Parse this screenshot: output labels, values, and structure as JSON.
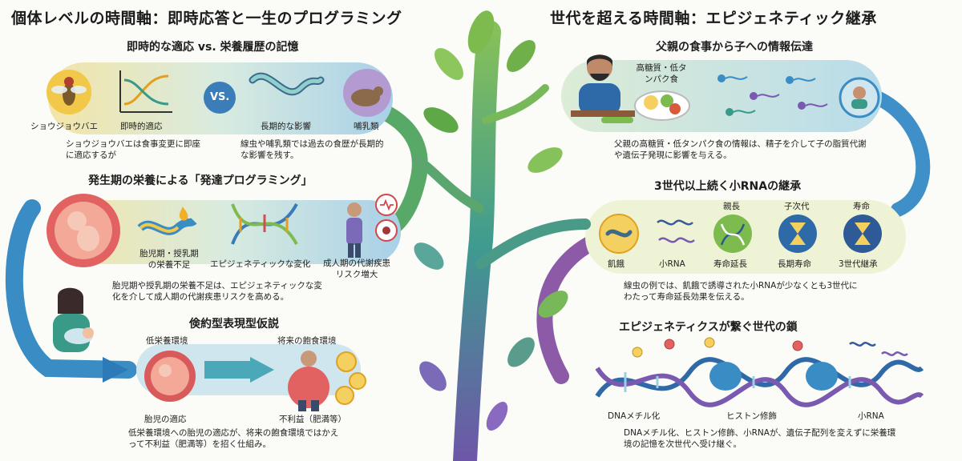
{
  "left": {
    "title": "個体レベルの時間軸：即時応答と一生のプログラミング",
    "sec1": {
      "title": "即時的な適応 vs. 栄養履歴の記憶",
      "fly": "ショウジョウバエ",
      "immediate": "即時的適応",
      "vs": "VS.",
      "longterm": "長期的な影響",
      "mammal": "哺乳類",
      "desc_left": "ショウジョウバエは食事変更に即座に適応するが",
      "desc_right": "線虫や哺乳類では過去の食歴が長期的な影響を残す。"
    },
    "sec2": {
      "title": "発生期の栄養による「発達プログラミング」",
      "undernutrition": "胎児期・授乳期の栄養不足",
      "epigenetic": "エピジェネティックな変化",
      "disease": "成人期の代謝疾患リスク増大",
      "desc": "胎児期や授乳期の栄養不足は、エピジェネティックな変化を介して成人期の代謝疾患リスクを高める。"
    },
    "sec3": {
      "title": "倹約型表現型仮説",
      "low_env": "低栄養環境",
      "future_env": "将来の飽食環境",
      "fetal_adapt": "胎児の適応",
      "disadvantage": "不利益（肥満等）",
      "desc": "低栄養環境への胎児の適応が、将来の飽食環境ではかえって不利益（肥満等）を招く仕組み。"
    }
  },
  "right": {
    "title": "世代を超える時間軸：エピジェネティック継承",
    "sec1": {
      "title": "父親の食事から子への情報伝達",
      "food": "高糖質・低タンパク食",
      "desc": "父親の高糖質・低タンパク食の情報は、精子を介して子の脂質代謝や遺伝子発現に影響を与える。"
    },
    "sec2": {
      "title": "3世代以上続く小RNAの継承",
      "top_labels": [
        "親長",
        "子次代",
        "寿命"
      ],
      "items": [
        "飢餓",
        "小RNA",
        "寿命延長",
        "長期寿命",
        "3世代継承"
      ],
      "desc": "線虫の例では、飢餓で誘導された小RNAが少なくとも3世代にわたって寿命延長効果を伝える。"
    },
    "sec3": {
      "title": "エピジェネティクスが繋ぐ世代の鎖",
      "dna_methyl": "DNAメチル化",
      "histone": "ヒストン修飾",
      "small_rna": "小RNA",
      "desc": "DNAメチル化、ヒストン修飾、小RNAが、遺伝子配列を変えずに栄養環境の記憶を次世代へ受け継ぐ。"
    }
  },
  "colors": {
    "band_blue": "#3f8fc8",
    "band_green": "#58a868",
    "band_purple": "#8d5aa8",
    "trunk": "#4f9a8a",
    "leaf": "#7dbb4e",
    "panel": "#e6f0e2"
  }
}
